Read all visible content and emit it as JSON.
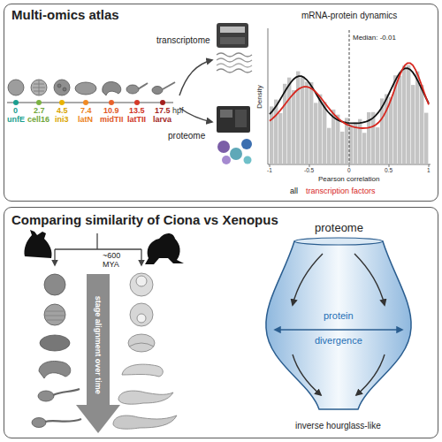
{
  "diagram": {
    "nodes": [
      {
        "text": [
          "Multi-omics atlas"
        ]
      },
      {
        "text": [
          "Comparing similarity of Ciona vs Xenopus"
        ]
      },
      {
        "text": [
          "proteome",
          "protein",
          "divergence"
        ],
        "in": 1
      }
    ],
    "labels": [
      "0",
      "unfE",
      "2.7",
      "cell16",
      "4.5",
      "ini3",
      "7.4",
      "latN",
      "10.9",
      "midTII",
      "13.5",
      "latTII",
      "17.5",
      "larva",
      "hpf",
      "transcriptome",
      "proteome",
      "mRNA-protein dynamics",
      "Median: -0.01",
      "Density",
      "Pearson correlation",
      "-1",
      "-0.5",
      "0",
      "0.5",
      "1",
      "all",
      "transcription factors",
      "~600 MYA",
      "stage alignment over time",
      "inverse hourglass-like"
    ]
  }
}
